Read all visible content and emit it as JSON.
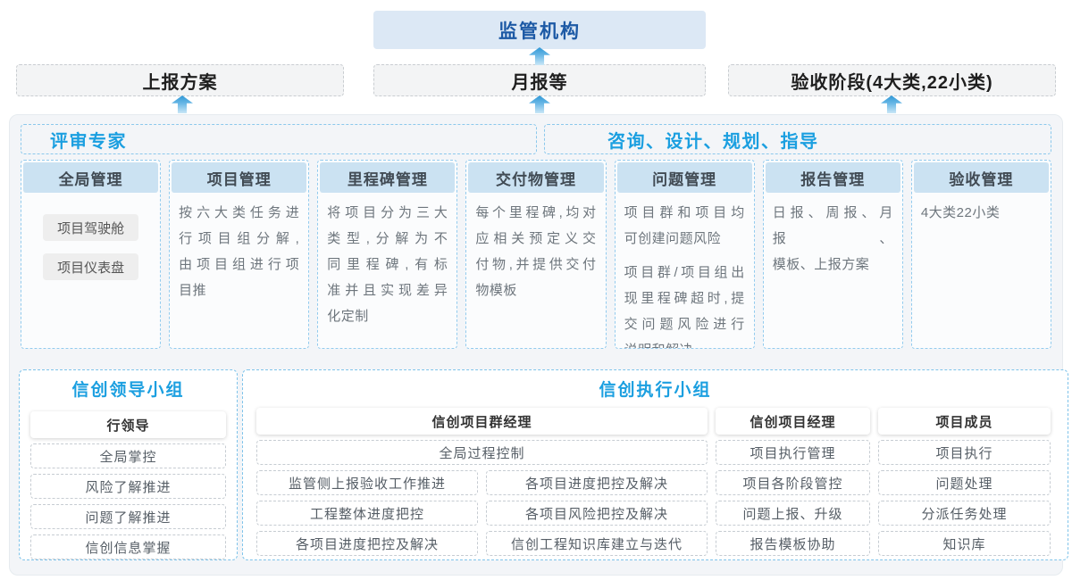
{
  "top": {
    "regulator": "监管机构"
  },
  "flow_row": [
    "上报方案",
    "月报等",
    "验收阶段(4大类,22小类)"
  ],
  "platform": {
    "bands": [
      "评审专家",
      "咨询、设计、规划、指导"
    ],
    "columns": [
      {
        "title": "全局管理",
        "pills": [
          "项目驾驶舱",
          "项目仪表盘"
        ]
      },
      {
        "title": "项目管理",
        "lines": [
          "按六大类任务进",
          "行项目组分解,",
          "由项目组进行项",
          "目推"
        ]
      },
      {
        "title": "里程碑管理",
        "lines": [
          "将项目分为三大",
          "类型,分解为不",
          "同里程碑,有标",
          "准并且实现差异",
          "化定制"
        ]
      },
      {
        "title": "交付物管理",
        "lines": [
          "每个里程碑,均对",
          "应相关预定义交",
          "付物,并提供交付",
          "物模板"
        ]
      },
      {
        "title": "问题管理",
        "para1": [
          "项目群和项目均",
          "可创建问题风险"
        ],
        "para2": [
          "项目群/项目组出",
          "现里程碑超时,提",
          "交问题风险进行",
          "说明和解决"
        ]
      },
      {
        "title": "报告管理",
        "lines": [
          "日报、周报、月报、",
          "模板、上报方案"
        ]
      },
      {
        "title": "验收管理",
        "lines": [
          "4大类22小类"
        ]
      }
    ]
  },
  "leader_group": {
    "title": "信创领导小组",
    "role": "行领导",
    "items": [
      "全局掌控",
      "风险了解推进",
      "问题了解推进",
      "信创信息掌握"
    ]
  },
  "exec_group": {
    "title": "信创执行小组",
    "pg_manager": {
      "role": "信创项目群经理",
      "full_item": "全局过程控制",
      "grid": [
        "监管侧上报验收工作推进",
        "各项目进度把控及解决",
        "工程整体进度把控",
        "各项目风险把控及解决",
        "各项目进度把控及解决",
        "信创工程知识库建立与迭代"
      ]
    },
    "pm": {
      "role": "信创项目经理",
      "items": [
        "项目执行管理",
        "项目各阶段管控",
        "问题上报、升级",
        "报告模板协助"
      ]
    },
    "members": {
      "role": "项目成员",
      "items": [
        "项目执行",
        "问题处理",
        "分派任务处理",
        "知识库"
      ]
    }
  },
  "colors": {
    "accent_blue": "#1b9fe0",
    "dark_blue": "#1c59a5",
    "column_header_fill": "#cbe2f2",
    "regulator_fill": "#dce8f5",
    "arrow_blue": "#2f97d5"
  }
}
